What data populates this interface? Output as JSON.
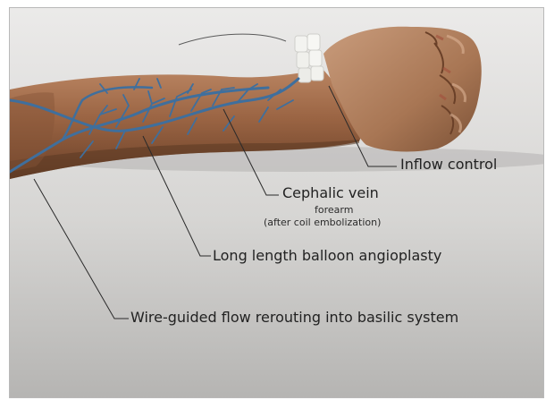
{
  "labels": {
    "inflow_control": "Inflow control",
    "cephalic_vein": "Cephalic vein",
    "forearm": "forearm",
    "after_coil": "(after coil embolization)",
    "long_balloon": "Long length balloon angioplasty",
    "wire_guided": "Wire-guided flow rerouting into basilic system"
  },
  "colors": {
    "background_top": "#e9e9e8",
    "background_bottom": "#b8b7b5",
    "skin": "#9e6a47",
    "skin_shadow": "#5d3a23",
    "vein": "#3f6f9d",
    "leader_line": "#2a2a2a"
  }
}
